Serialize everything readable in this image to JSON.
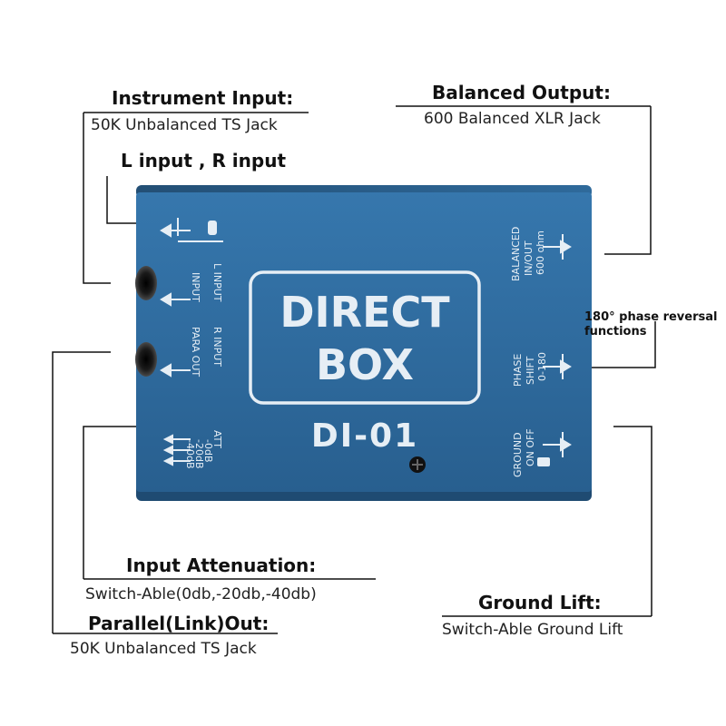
{
  "callouts": {
    "instrument_input": {
      "title": "Instrument Input:",
      "desc": "50K Unbalanced TS Jack"
    },
    "l_r_input": {
      "title": "L input , R input"
    },
    "balanced_output": {
      "title": "Balanced Output:",
      "desc": "600 Balanced XLR Jack"
    },
    "phase": {
      "title": "180° phase reversal functions"
    },
    "input_attenuation": {
      "title": "Input Attenuation:",
      "desc": "Switch-Able(0db,-20db,-40db)"
    },
    "ground_lift": {
      "title": "Ground Lift:",
      "desc": "Switch-Able Ground Lift"
    },
    "parallel_out": {
      "title": "Parallel(Link)Out:",
      "desc": "50K Unbalanced TS Jack"
    }
  },
  "device": {
    "name_line1": "DIRECT",
    "name_line2": "BOX",
    "model": "DI-01",
    "left_labels": {
      "l_input": "L INPUT",
      "r_input": "R INPUT",
      "input": "INPUT",
      "para_out": "PARA OUT",
      "att": "ATT",
      "att_0": "-0dB",
      "att_20": "-20dB",
      "att_40": "-40dB"
    },
    "right_labels": {
      "balanced": "BALANCED",
      "in_out": "IN/OUT",
      "ohm": "600 ohm",
      "phase": "PHASE",
      "shift": "SHIFT",
      "phase_range": "0-180",
      "ground": "GROUND",
      "on_off": "ON OFF"
    }
  },
  "colors": {
    "panel": "#2d6a9f",
    "panel_dark": "#1f4f7a",
    "ink": "#e6eef5"
  }
}
